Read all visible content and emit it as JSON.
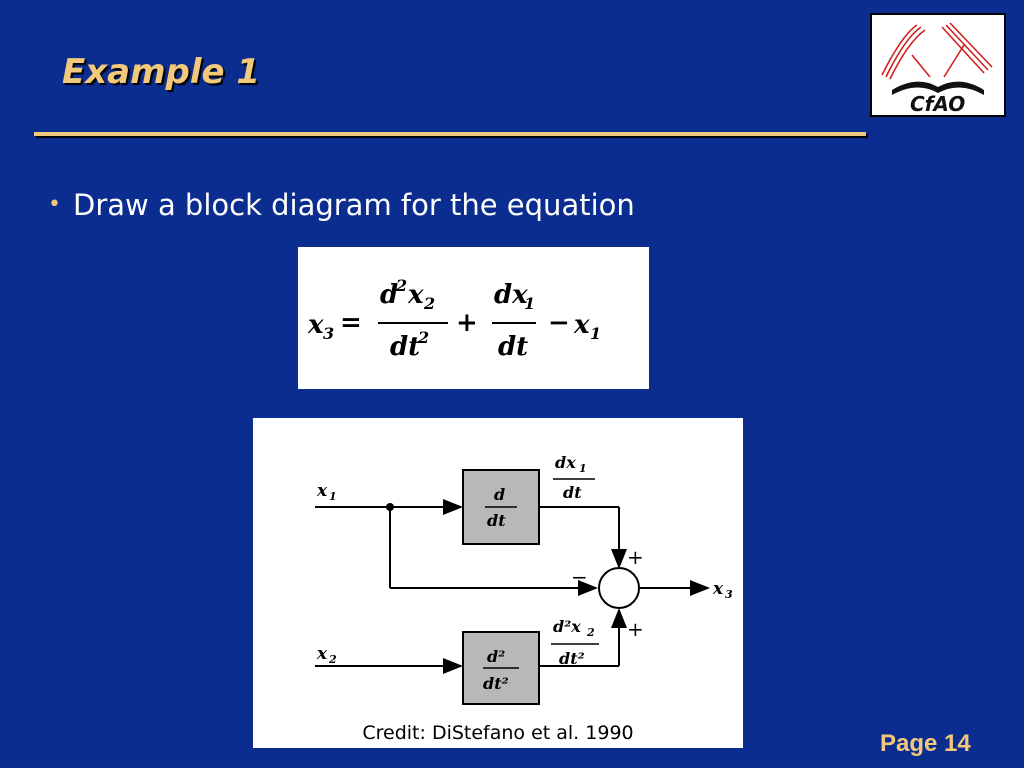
{
  "slide": {
    "title": "Example 1",
    "bullet": "Draw a block diagram for the equation",
    "page_label": "Page 14",
    "credit": "Credit: DiStefano et al. 1990"
  },
  "logo": {
    "text": "CfAO",
    "icon": "cfao-logo-icon"
  },
  "equation": {
    "lhs": "x3",
    "terms": [
      "d²x2/dt²",
      "+ dx1/dt",
      "− x1"
    ]
  },
  "diagram": {
    "input_1": "x1",
    "input_2": "x2",
    "output": "x3",
    "block_1": "d/dt",
    "block_2": "d²/dt²",
    "signal_1": "dx1/dt",
    "signal_2": "d²x2/dt²",
    "sum_signs": [
      "+",
      "−",
      "+"
    ]
  },
  "colors": {
    "background": "#0b2d8f",
    "accent": "#f2c97a",
    "block_fill": "#b8b8b8"
  }
}
